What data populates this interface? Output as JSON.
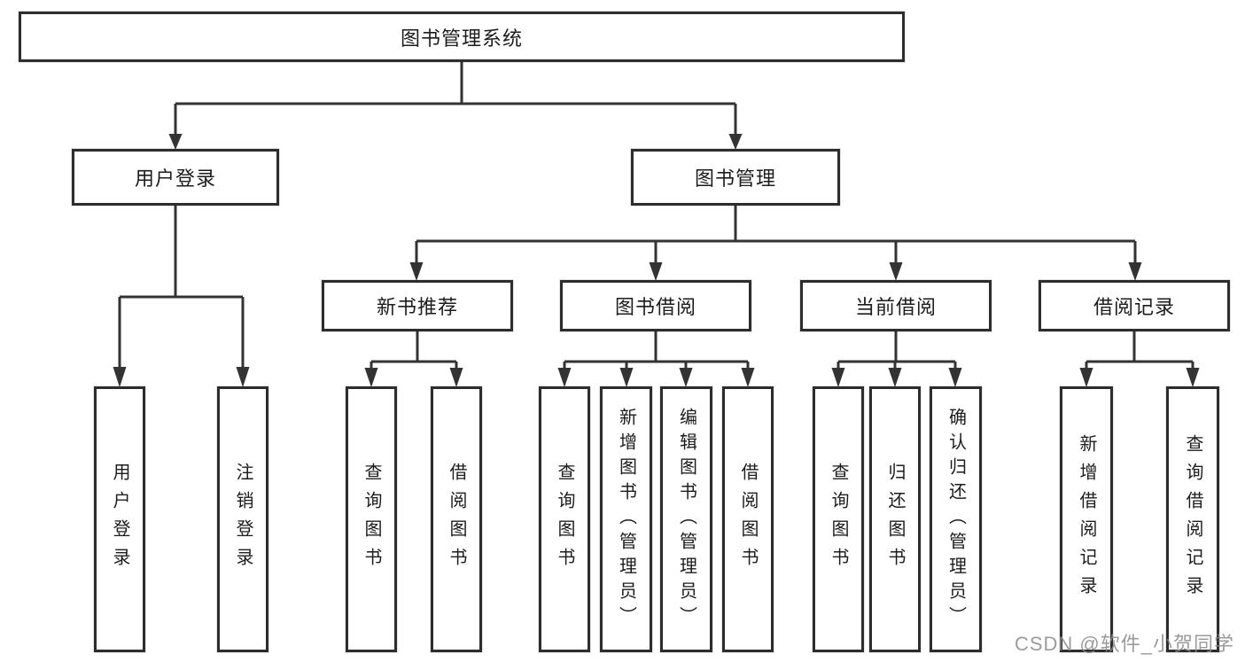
{
  "diagram_type": "hierarchy-tree",
  "colors": {
    "background": "#ffffff",
    "box_border": "#2d2d2d",
    "line": "#333333",
    "text": "#1c1c1c",
    "watermark_text": "#8a8a8a"
  },
  "tree": {
    "root": "图书管理系统",
    "branches": [
      {
        "label": "用户登录",
        "children": [
          {
            "label": "用户登录"
          },
          {
            "label": "注销登录"
          }
        ]
      },
      {
        "label": "图书管理",
        "children": [
          {
            "label": "新书推荐",
            "children": [
              {
                "label": "查询图书"
              },
              {
                "label": "借阅图书"
              }
            ]
          },
          {
            "label": "图书借阅",
            "children": [
              {
                "label": "查询图书"
              },
              {
                "label": "新增图书（管理员）"
              },
              {
                "label": "编辑图书（管理员）"
              },
              {
                "label": "借阅图书"
              }
            ]
          },
          {
            "label": "当前借阅",
            "children": [
              {
                "label": "查询图书"
              },
              {
                "label": "归还图书"
              },
              {
                "label": "确认归还（管理员）"
              }
            ]
          },
          {
            "label": "借阅记录",
            "children": [
              {
                "label": "新增借阅记录"
              },
              {
                "label": "查询借阅记录"
              }
            ]
          }
        ]
      }
    ]
  },
  "watermark": "CSDN @软件_小贺同学"
}
